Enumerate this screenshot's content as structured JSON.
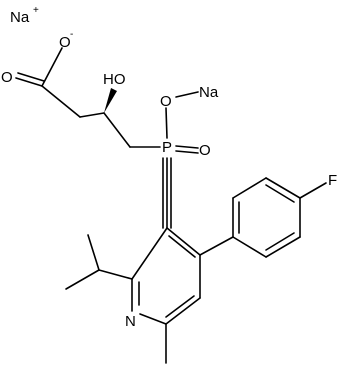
{
  "molecule": {
    "atoms": {
      "na1": "Na",
      "na1_charge": "+",
      "o_minus": "O",
      "o_minus_charge": "-",
      "o_double": "O",
      "ho": "HO",
      "o_link": "O",
      "na2": "Na",
      "p": "P",
      "o_po": "O",
      "f": "F",
      "n": "N"
    }
  }
}
